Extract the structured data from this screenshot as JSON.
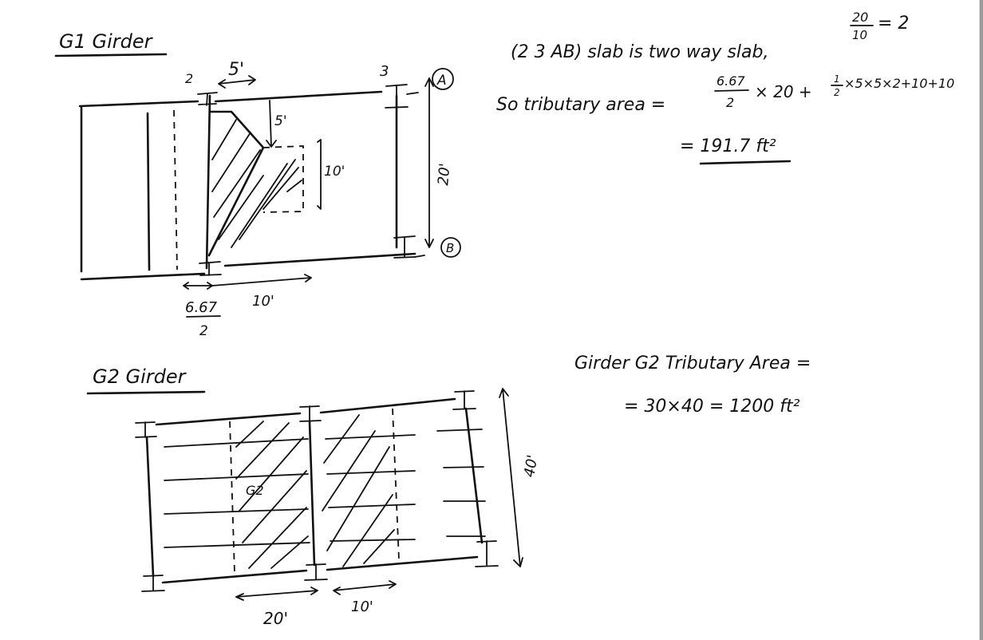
{
  "headings": {
    "g1": "G1 Girder",
    "g2": "G2 Girder"
  },
  "g1_diagram": {
    "grid_2": "2",
    "grid_3": "3",
    "grid_A": "A",
    "grid_B": "B",
    "dim_5_top": "5'",
    "dim_5_side": "5'",
    "dim_10_vertical": "10'",
    "dim_20": "20'",
    "dim_10_bottom": "10'",
    "frac_num": "6.67",
    "frac_den": "2"
  },
  "g1_calc": {
    "line1": "(2 3 AB) slab is two way slab,",
    "ratio_num": "20",
    "ratio_den": "10",
    "ratio_result": "= 2",
    "line2_prefix": "So tributary area =",
    "area_frac_num": "6.67",
    "area_frac_den": "2",
    "line2_mid": "× 20 +",
    "half_num": "1",
    "half_den": "2",
    "line2_tail": "×5×5×2+10+10",
    "result": "= 191.7 ft²"
  },
  "g2_diagram": {
    "label_g2": "G2",
    "dim_40": "40'",
    "dim_20": "20'",
    "dim_10": "10'"
  },
  "g2_calc": {
    "line1": "Girder G2 Tributary Area =",
    "line2": "= 30×40 = 1200 ft²"
  }
}
